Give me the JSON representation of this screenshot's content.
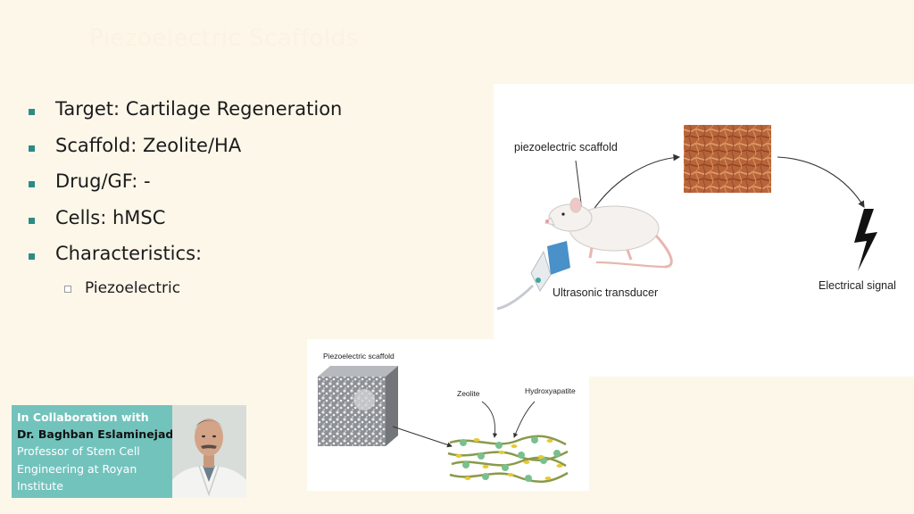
{
  "slide": {
    "title": "Piezoelectric Scaffolds",
    "bullets": [
      "Target: Cartilage Regeneration",
      "Scaffold: Zeolite/HA",
      "Drug/GF: -",
      "Cells: hMSC",
      "Characteristics:"
    ],
    "sub_bullets": [
      "Piezoelectric"
    ]
  },
  "figure_top": {
    "label_scaffold": "piezoelectric scaffold",
    "label_transducer": "Ultrasonic transducer",
    "label_signal": "Electrical signal"
  },
  "figure_bottom": {
    "label_scaffold": "Piezoelectric scaffold",
    "label_zeolite": "Zeolite",
    "label_ha": "Hydroxyapatite"
  },
  "collaboration": {
    "heading": "In Collaboration with",
    "name": "Dr. Baghban Eslaminejad",
    "role_lines": [
      "Professor of Stem Cell",
      "Engineering at Royan",
      "Institute"
    ]
  },
  "colors": {
    "background": "#fdf7ea",
    "bullet_accent": "#2d8b84",
    "collab_panel": "#73c3bd"
  }
}
